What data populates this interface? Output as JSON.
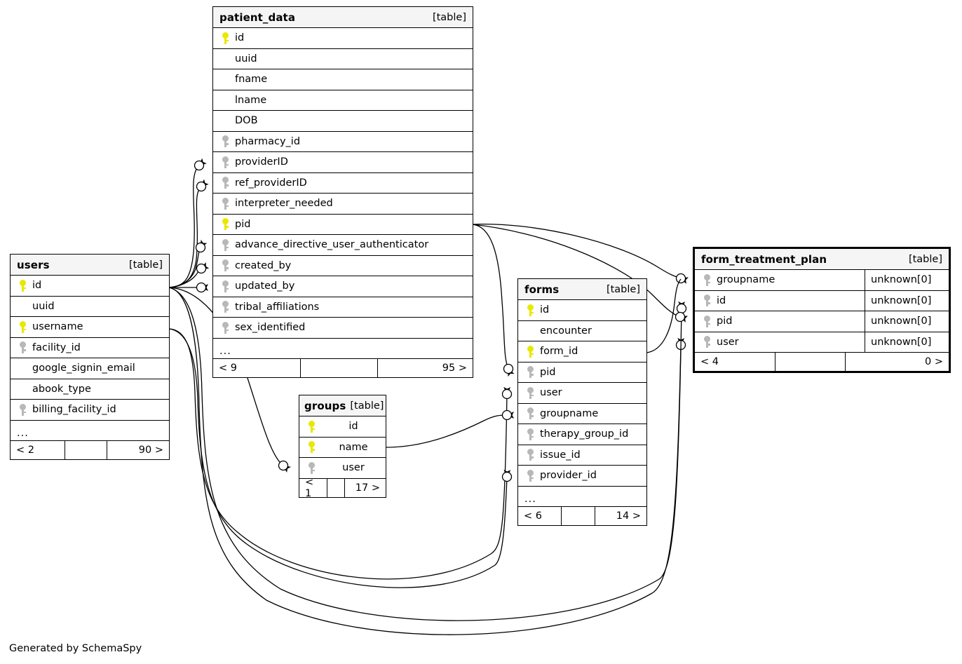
{
  "diagram": {
    "credit": "Generated by SchemaSpy",
    "table_tag": "[table]",
    "ellipsis": "...",
    "colors": {
      "primary_key": "#e8e800",
      "foreign_key": "#b8b8b8",
      "header_bg": "#f5f5f5",
      "border": "#000000",
      "background": "#ffffff"
    }
  },
  "tables": {
    "patient_data": {
      "name": "patient_data",
      "tag": "[table]",
      "columns": [
        {
          "key": "pk",
          "name": "id"
        },
        {
          "key": "none",
          "name": "uuid"
        },
        {
          "key": "none",
          "name": "fname"
        },
        {
          "key": "none",
          "name": "lname"
        },
        {
          "key": "none",
          "name": "DOB"
        },
        {
          "key": "fk",
          "name": "pharmacy_id"
        },
        {
          "key": "fk",
          "name": "providerID"
        },
        {
          "key": "fk",
          "name": "ref_providerID"
        },
        {
          "key": "fk",
          "name": "interpreter_needed"
        },
        {
          "key": "pk",
          "name": "pid"
        },
        {
          "key": "fk",
          "name": "advance_directive_user_authenticator"
        },
        {
          "key": "fk",
          "name": "created_by"
        },
        {
          "key": "fk",
          "name": "updated_by"
        },
        {
          "key": "fk",
          "name": "tribal_affiliations"
        },
        {
          "key": "fk",
          "name": "sex_identified"
        }
      ],
      "footer": {
        "left": "< 9",
        "middle": "",
        "right": "95 >"
      }
    },
    "users": {
      "name": "users",
      "tag": "[table]",
      "columns": [
        {
          "key": "pk",
          "name": "id"
        },
        {
          "key": "none",
          "name": "uuid"
        },
        {
          "key": "pk",
          "name": "username"
        },
        {
          "key": "fk",
          "name": "facility_id"
        },
        {
          "key": "none",
          "name": "google_signin_email"
        },
        {
          "key": "none",
          "name": "abook_type"
        },
        {
          "key": "fk",
          "name": "billing_facility_id"
        }
      ],
      "footer": {
        "left": "< 2",
        "middle": "",
        "right": "90 >"
      }
    },
    "groups": {
      "name": "groups",
      "tag": "[table]",
      "columns": [
        {
          "key": "pk",
          "name": "id"
        },
        {
          "key": "pk",
          "name": "name"
        },
        {
          "key": "fk",
          "name": "user"
        }
      ],
      "footer": {
        "left": "< 1",
        "middle": "",
        "right": "17 >"
      }
    },
    "forms": {
      "name": "forms",
      "tag": "[table]",
      "columns": [
        {
          "key": "pk",
          "name": "id"
        },
        {
          "key": "none",
          "name": "encounter"
        },
        {
          "key": "pk",
          "name": "form_id"
        },
        {
          "key": "fk",
          "name": "pid"
        },
        {
          "key": "fk",
          "name": "user"
        },
        {
          "key": "fk",
          "name": "groupname"
        },
        {
          "key": "fk",
          "name": "therapy_group_id"
        },
        {
          "key": "fk",
          "name": "issue_id"
        },
        {
          "key": "fk",
          "name": "provider_id"
        }
      ],
      "footer": {
        "left": "< 6",
        "middle": "",
        "right": "14 >"
      }
    },
    "form_treatment_plan": {
      "name": "form_treatment_plan",
      "tag": "[table]",
      "columns": [
        {
          "key": "fk",
          "name": "groupname",
          "type": "unknown[0]"
        },
        {
          "key": "fk",
          "name": "id",
          "type": "unknown[0]"
        },
        {
          "key": "fk",
          "name": "pid",
          "type": "unknown[0]"
        },
        {
          "key": "fk",
          "name": "user",
          "type": "unknown[0]"
        }
      ],
      "footer": {
        "left": "< 4",
        "middle": "",
        "right": "0 >"
      }
    }
  }
}
